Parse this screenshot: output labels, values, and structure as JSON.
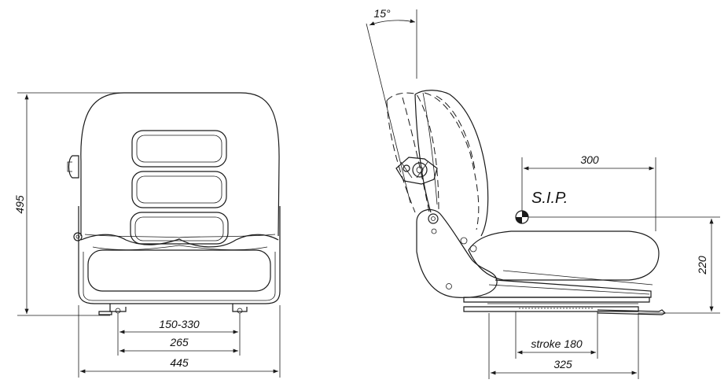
{
  "front_view": {
    "height_label": "495",
    "adjust_label": "150-330",
    "rail_width_label": "265",
    "overall_width_label": "445"
  },
  "side_view": {
    "tilt_label": "15°",
    "depth_label": "300",
    "sip_label": "S.I.P.",
    "sip_height_label": "220",
    "stroke_label": "stroke 180",
    "base_length_label": "325"
  }
}
